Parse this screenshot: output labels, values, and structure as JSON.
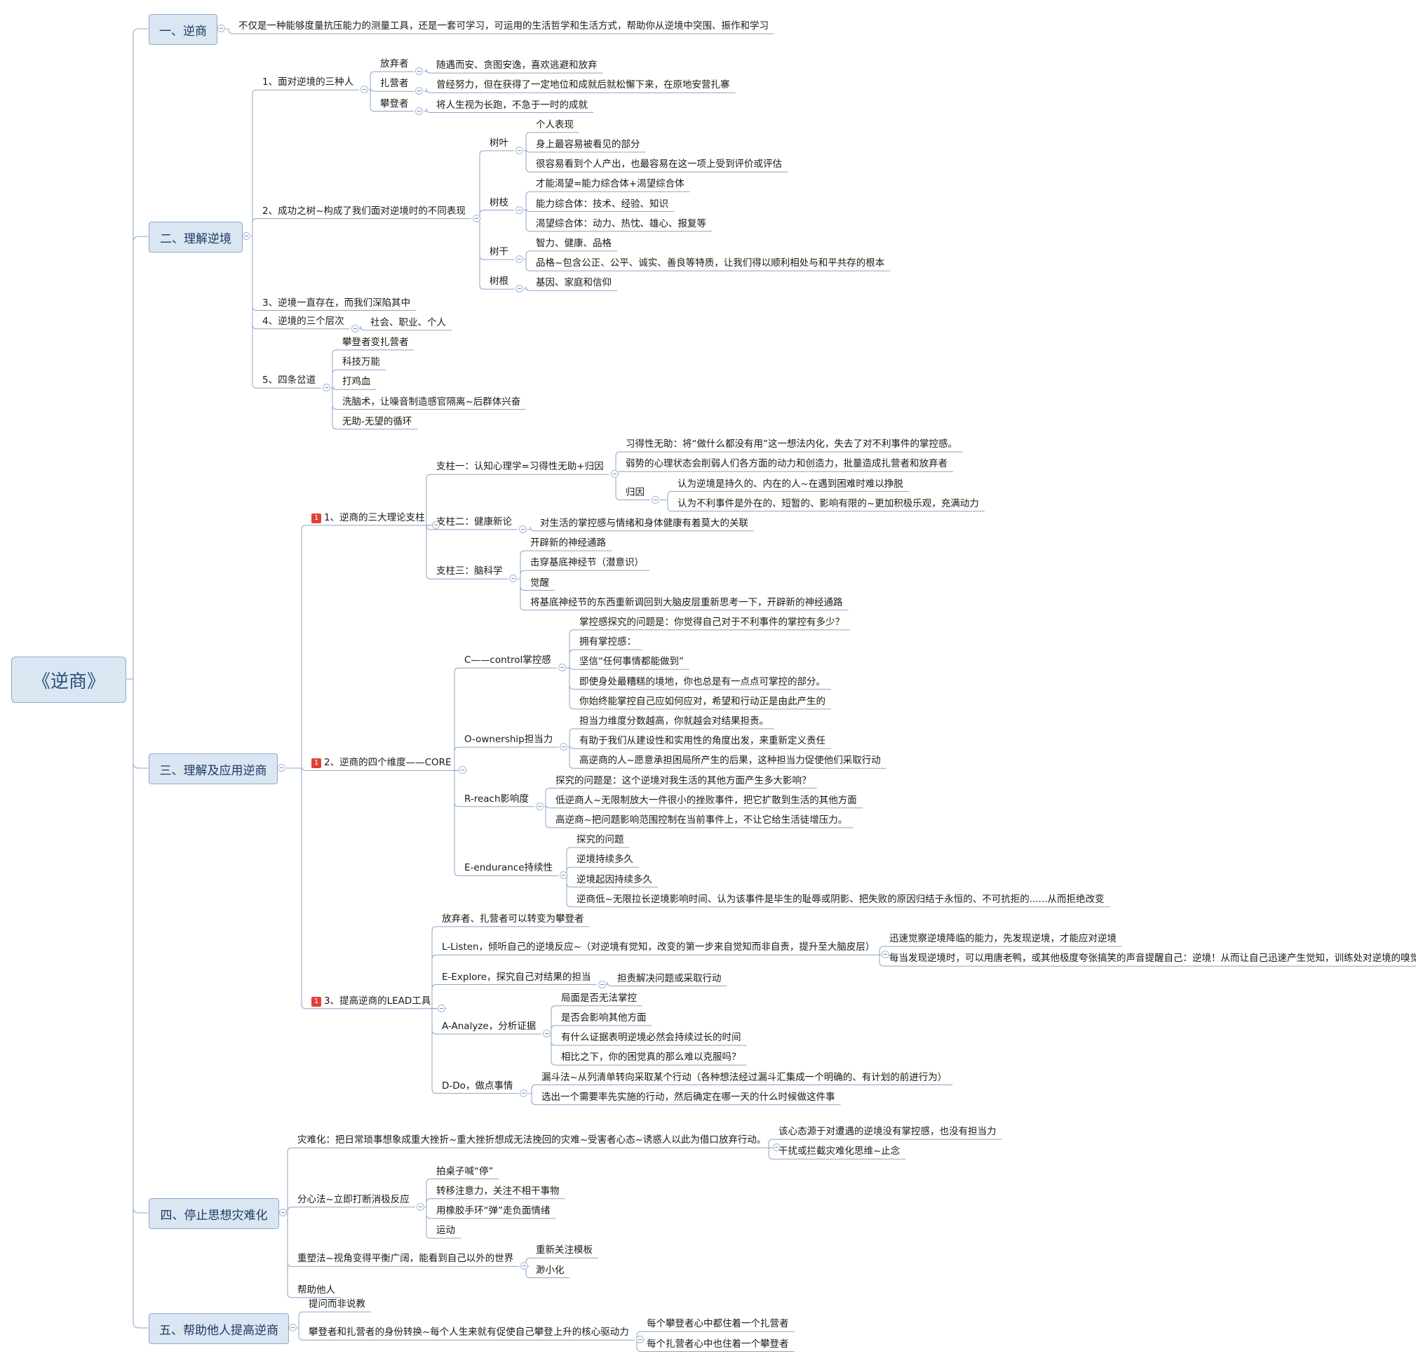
{
  "root": {
    "label": "《逆商》"
  },
  "branches": [
    {
      "label": "一、逆商",
      "children": [
        {
          "label": "不仅是一种能够度量抗压能力的测量工具，还是一套可学习，可运用的生活哲学和生活方式，帮助你从逆境中突围、振作和学习"
        }
      ]
    },
    {
      "label": "二、理解逆境",
      "children": [
        {
          "label": "1、面对逆境的三种人",
          "children": [
            {
              "label": "放弃者",
              "children": [
                {
                  "label": "随遇而安、贪图安逸，喜欢逃避和放弃"
                }
              ]
            },
            {
              "label": "扎营者",
              "children": [
                {
                  "label": "曾经努力，但在获得了一定地位和成就后就松懈下来，在原地安营扎寨"
                }
              ]
            },
            {
              "label": "攀登者",
              "children": [
                {
                  "label": "将人生视为长跑，不急于一时的成就"
                }
              ]
            }
          ]
        },
        {
          "label": "2、成功之树~构成了我们面对逆境时的不同表现",
          "children": [
            {
              "label": "树叶",
              "children": [
                {
                  "label": "个人表现"
                },
                {
                  "label": "身上最容易被看见的部分"
                },
                {
                  "label": "很容易看到个人产出，也最容易在这一项上受到评价或评估"
                }
              ]
            },
            {
              "label": "树枝",
              "children": [
                {
                  "label": "才能渴望=能力综合体+渴望综合体"
                },
                {
                  "label": "能力综合体：技术、经验、知识"
                },
                {
                  "label": "渴望综合体：动力、热忱、雄心、报复等"
                }
              ]
            },
            {
              "label": "树干",
              "children": [
                {
                  "label": "智力、健康、品格"
                },
                {
                  "label": "品格~包含公正、公平、诚实、善良等特质，让我们得以顺利相处与和平共存的根本"
                }
              ]
            },
            {
              "label": "树根",
              "children": [
                {
                  "label": "基因、家庭和信仰"
                }
              ]
            }
          ]
        },
        {
          "label": "3、逆境一直存在，而我们深陷其中"
        },
        {
          "label": "4、逆境的三个层次",
          "children": [
            {
              "label": "社会、职业、个人"
            }
          ]
        },
        {
          "label": "5、四条岔道",
          "children": [
            {
              "label": "攀登者变扎营者"
            },
            {
              "label": "科技万能"
            },
            {
              "label": "打鸡血"
            },
            {
              "label": "洗脑术，让噪音制造感官隔离~后群体兴奋"
            },
            {
              "label": "无助-无望的循环"
            }
          ]
        }
      ]
    },
    {
      "label": "三、理解及应用逆商",
      "children": [
        {
          "label": "1、逆商的三大理论支柱",
          "badge": "1",
          "children": [
            {
              "label": "支柱一：认知心理学=习得性无助+归因",
              "children": [
                {
                  "label": "习得性无助：将“做什么都没有用”这一想法内化，失去了对不利事件的掌控感。"
                },
                {
                  "label": "弱势的心理状态会削弱人们各方面的动力和创造力，批量造成扎营者和放弃者"
                },
                {
                  "label": "归因",
                  "children": [
                    {
                      "label": "认为逆境是持久的、内在的人~在遇到困难时难以挣脱"
                    },
                    {
                      "label": "认为不利事件是外在的、短暂的、影响有限的~更加积极乐观，充满动力"
                    }
                  ]
                }
              ]
            },
            {
              "label": "支柱二：健康新论",
              "children": [
                {
                  "label": "对生活的掌控感与情绪和身体健康有着莫大的关联"
                }
              ]
            },
            {
              "label": "支柱三：脑科学",
              "children": [
                {
                  "label": "开辟新的神经通路"
                },
                {
                  "label": "击穿基底神经节（潜意识）"
                },
                {
                  "label": "觉醒"
                },
                {
                  "label": "将基底神经节的东西重新调回到大脑皮层重新思考一下，开辟新的神经通路"
                }
              ]
            }
          ]
        },
        {
          "label": "2、逆商的四个维度——CORE",
          "badge": "1",
          "children": [
            {
              "label": "C——control掌控感",
              "children": [
                {
                  "label": "掌控感探究的问题是：你觉得自己对于不利事件的掌控有多少？"
                },
                {
                  "label": "拥有掌控感："
                },
                {
                  "label": "坚信“任何事情都能做到”"
                },
                {
                  "label": "即使身处最糟糕的境地，你也总是有一点点可掌控的部分。"
                },
                {
                  "label": "你始终能掌控自己应如何应对，希望和行动正是由此产生的"
                }
              ]
            },
            {
              "label": "O-ownership担当力",
              "children": [
                {
                  "label": "担当力维度分数越高，你就越会对结果担责。"
                },
                {
                  "label": "有助于我们从建设性和实用性的角度出发，来重新定义责任"
                },
                {
                  "label": "高逆商的人~愿意承担困局所产生的后果，这种担当力促使他们采取行动"
                }
              ]
            },
            {
              "label": "R-reach影响度",
              "children": [
                {
                  "label": "探究的问题是：这个逆境对我生活的其他方面产生多大影响？"
                },
                {
                  "label": "低逆商人~无限制放大一件很小的挫败事件，把它扩散到生活的其他方面"
                },
                {
                  "label": "高逆商~把问题影响范围控制在当前事件上，不让它给生活徒增压力。"
                }
              ]
            },
            {
              "label": "E-endurance持续性",
              "children": [
                {
                  "label": "探究的问题"
                },
                {
                  "label": "逆境持续多久"
                },
                {
                  "label": "逆境起因持续多久"
                },
                {
                  "label": "逆商低~无限拉长逆境影响时间、认为该事件是毕生的耻辱或阴影、把失败的原因归结于永恒的、不可抗拒的......从而拒绝改变"
                }
              ]
            }
          ]
        },
        {
          "label": "3、提高逆商的LEAD工具",
          "badge": "1",
          "children": [
            {
              "label": "放弃者、扎营者可以转变为攀登者"
            },
            {
              "label": "L-Listen，倾听自己的逆境反应~（对逆境有觉知，改变的第一步来自觉知而非自责，提升至大脑皮层）",
              "children": [
                {
                  "label": "迅速觉察逆境降临的能力，先发现逆境，才能应对逆境"
                },
                {
                  "label": "每当发现逆境时，可以用唐老鸭，或其他极度夸张搞笑的声音提醒自己：逆境！从而让自己迅速产生觉知，训练处对逆境的嗅觉"
                }
              ]
            },
            {
              "label": "E-Explore，探究自己对结果的担当",
              "children": [
                {
                  "label": "担责解决问题或采取行动"
                }
              ]
            },
            {
              "label": "A-Analyze，分析证据",
              "children": [
                {
                  "label": "局面是否无法掌控"
                },
                {
                  "label": "是否会影响其他方面"
                },
                {
                  "label": "有什么证据表明逆境必然会持续过长的时间"
                },
                {
                  "label": "相比之下，你的困觉真的那么难以克服吗？"
                }
              ]
            },
            {
              "label": "D-Do，做点事情",
              "children": [
                {
                  "label": "漏斗法~从列清单转向采取某个行动（各种想法经过漏斗汇集成一个明确的、有计划的前进行为）"
                },
                {
                  "label": "选出一个需要率先实施的行动，然后确定在哪一天的什么时候做这件事"
                }
              ]
            }
          ]
        }
      ]
    },
    {
      "label": "四、停止思想灾难化",
      "children": [
        {
          "label": "灾难化：把日常琐事想象成重大挫折~重大挫折想成无法挽回的灾难~受害者心态~诱惑人以此为借口放弃行动。",
          "children": [
            {
              "label": "该心态源于对遭遇的逆境没有掌控感，也没有担当力"
            },
            {
              "label": "干扰或拦截灾难化思维~止念"
            }
          ]
        },
        {
          "label": "分心法~立即打断消极反应",
          "children": [
            {
              "label": "拍桌子喊“停”"
            },
            {
              "label": "转移注意力，关注不相干事物"
            },
            {
              "label": "用橡胶手环“弹”走负面情绪"
            },
            {
              "label": "运动"
            }
          ]
        },
        {
          "label": "重塑法~视角变得平衡广阔，能看到自己以外的世界",
          "children": [
            {
              "label": "重新关注模板"
            },
            {
              "label": "渺小化"
            }
          ]
        },
        {
          "label": "帮助他人"
        }
      ]
    },
    {
      "label": "五、帮助他人提高逆商",
      "children": [
        {
          "label": "提问而非说教"
        },
        {
          "label": "攀登者和扎营者的身份转换~每个人生来就有促使自己攀登上升的核心驱动力",
          "children": [
            {
              "label": "每个攀登者心中都住着一个扎营者"
            },
            {
              "label": "每个扎营者心中也住着一个攀登者"
            }
          ]
        }
      ]
    }
  ],
  "colors": {
    "line": "#8aa5c8",
    "box_fill": "#dbe6f3",
    "box_border": "#8fa9c9",
    "badge": "#e2403a"
  }
}
